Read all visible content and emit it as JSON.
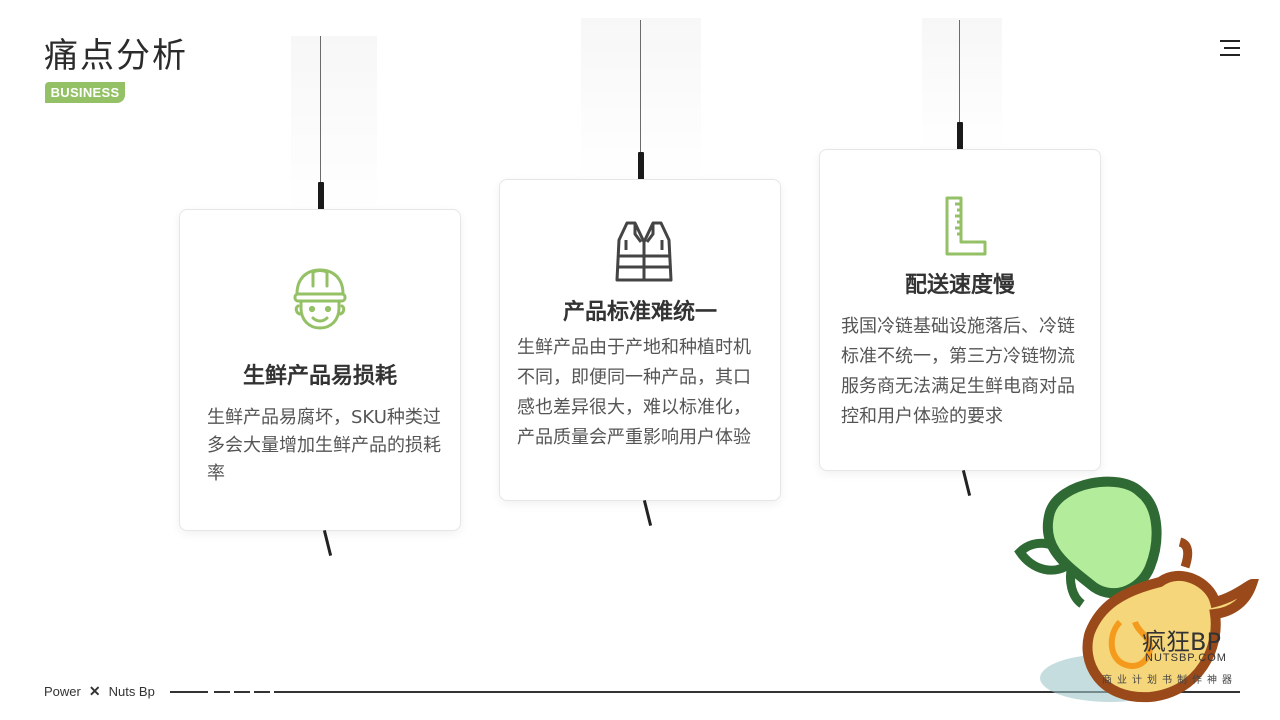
{
  "page": {
    "title": "痛点分析",
    "badge": "BUSINESS"
  },
  "cards": [
    {
      "icon": "worker-helmet-icon",
      "title": "生鲜产品易损耗",
      "body": "生鲜产品易腐坏，SKU种类过多会大量增加生鲜产品的损耗率"
    },
    {
      "icon": "safety-vest-icon",
      "title": "产品标准难统一",
      "body": "生鲜产品由于产地和种植时机不同，即便同一种产品，其口感也差异很大，难以标准化，产品质量会严重影响用户体验"
    },
    {
      "icon": "ruler-square-icon",
      "title": "配送速度慢",
      "body": "我国冷链基础设施落后、冷链标准不统一，第三方冷链物流服务商无法满足生鲜电商对品控和用户体验的要求"
    }
  ],
  "footer": {
    "left": "Power",
    "separator": "✕",
    "right": "Nuts Bp"
  },
  "logo": {
    "name": "疯狂BP",
    "url": "NUTSBP.COM",
    "tagline": "商业计划书制作神器"
  },
  "colors": {
    "accent": "#94c165",
    "text": "#333333",
    "pear_dark": "#2f6a35",
    "pear_light": "#b3ec9b",
    "pear_brown": "#9a4a1a",
    "pear_yellow": "#f6d67a",
    "shadow": "#9fc6c9"
  }
}
